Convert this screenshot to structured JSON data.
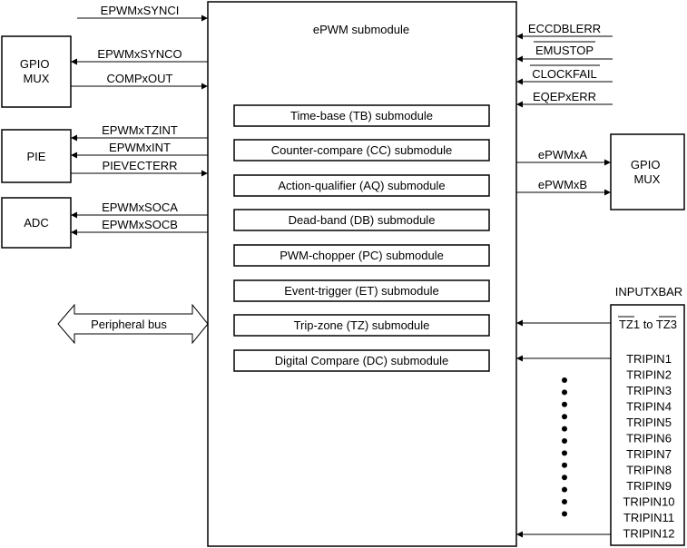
{
  "main": {
    "title": "ePWM submodule",
    "submodules": [
      "Time-base (TB) submodule",
      "Counter-compare (CC) submodule",
      "Action-qualifier (AQ) submodule",
      "Dead-band (DB) submodule",
      "PWM-chopper (PC) submodule",
      "Event-trigger (ET) submodule",
      "Trip-zone (TZ) submodule",
      "Digital Compare (DC) submodule"
    ]
  },
  "left_blocks": {
    "gpio_mux": "GPIO\nMUX",
    "pie": "PIE",
    "adc": "ADC"
  },
  "left_signals": {
    "synci": "EPWMxSYNCI",
    "synco": "EPWMxSYNCO",
    "compxout": "COMPxOUT",
    "tzint": "EPWMxTZINT",
    "int": "EPWMxINT",
    "pievecterr": "PIEVECTERR",
    "soca": "EPWMxSOCA",
    "socb": "EPWMxSOCB",
    "peripheral_bus": "Peripheral bus"
  },
  "right_inputs": {
    "eccdblerr": "ECCDBLERR",
    "emustop": "EMUSTOP",
    "clockfail": "CLOCKFAIL",
    "eqepxerr": "EQEPxERR"
  },
  "right_outputs": {
    "epwmxa": "ePWMxA",
    "epwmxb": "ePWMxB",
    "gpio_mux": "GPIO\nMUX"
  },
  "inputxbar": {
    "title": "INPUTXBAR",
    "tz_first": "TZ1",
    "tz_to": "to",
    "tz_last": "TZ3",
    "tripins": [
      "TRIPIN1",
      "TRIPIN2",
      "TRIPIN3",
      "TRIPIN4",
      "TRIPIN5",
      "TRIPIN6",
      "TRIPIN7",
      "TRIPIN8",
      "TRIPIN9",
      "TRIPIN10",
      "TRIPIN11",
      "TRIPIN12"
    ]
  },
  "colors": {
    "line": "#000000",
    "background": "#ffffff"
  }
}
